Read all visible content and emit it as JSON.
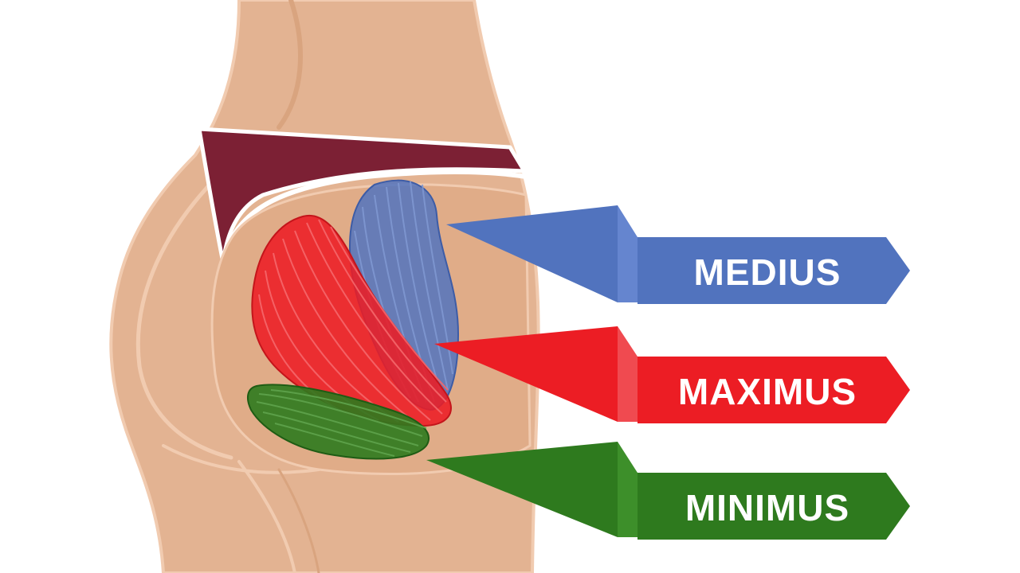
{
  "labels": {
    "medius": "MEDIUS",
    "maximus": "MAXIMUS",
    "minimus": "MINIMUS"
  },
  "colors": {
    "background": "#ffffff",
    "skin": "#e3b392",
    "skin_shadow": "#d9a47f",
    "skin_highlight": "#f1cbb0",
    "underwear": "#7c2034",
    "medius": "#5173be",
    "medius_dark": "#3d5ca6",
    "maximus": "#ec1d24",
    "maximus_dark": "#c4151b",
    "minimus": "#2e7a1e",
    "minimus_dark": "#1f5c14"
  }
}
